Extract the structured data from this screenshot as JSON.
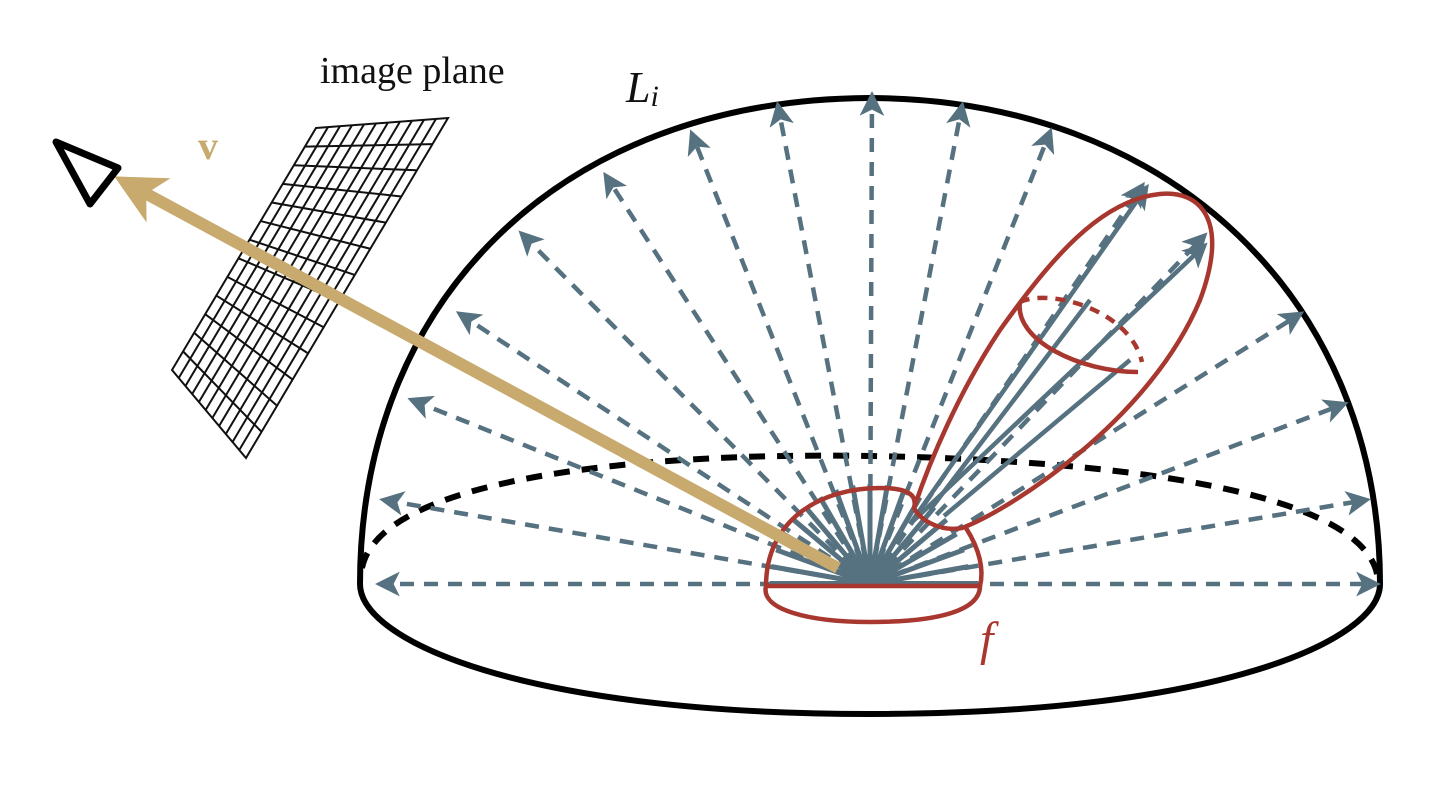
{
  "labels": {
    "image_plane": "image plane",
    "incident_light": "L",
    "incident_light_subscript": "i",
    "view_vector": "v",
    "brdf": "f"
  },
  "colors": {
    "outline": "#000000",
    "light_ray": "#56717f",
    "view_arrow": "#c8a96e",
    "brdf_lobe": "#a8382f",
    "grid": "#111111"
  },
  "icons": [
    "eye-icon"
  ]
}
